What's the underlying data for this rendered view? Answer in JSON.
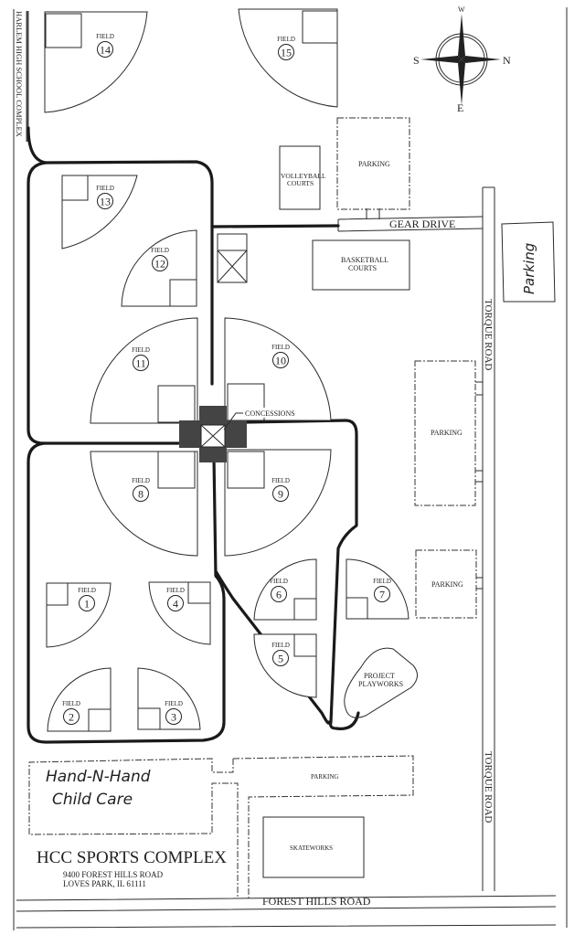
{
  "map": {
    "title": "HCC SPORTS COMPLEX",
    "address_line1": "9400 FOREST HILLS ROAD",
    "address_line2": "LOVES PARK, IL  61111",
    "field_label": "FIELD",
    "fields": [
      {
        "number": "1"
      },
      {
        "number": "2"
      },
      {
        "number": "3"
      },
      {
        "number": "4"
      },
      {
        "number": "5"
      },
      {
        "number": "6"
      },
      {
        "number": "7"
      },
      {
        "number": "8"
      },
      {
        "number": "9"
      },
      {
        "number": "10"
      },
      {
        "number": "11"
      },
      {
        "number": "12"
      },
      {
        "number": "13"
      },
      {
        "number": "14"
      },
      {
        "number": "15"
      }
    ],
    "facilities": {
      "volleyball": [
        "VOLLEYBALL",
        "COURTS"
      ],
      "basketball": [
        "BASKETBALL",
        "COURTS"
      ],
      "concessions": "CONCESSIONS",
      "playworks": [
        "PROJECT",
        "PLAYWORKS"
      ],
      "skateworks": "SKATEWORKS",
      "parking": "PARKING"
    },
    "roads": {
      "gear_drive": "GEAR DRIVE",
      "torque_road": "TORQUE ROAD",
      "forest_hills": "FOREST HILLS ROAD",
      "harlem": "HARLEM HIGH SCHOOL COMPLEX"
    },
    "compass": {
      "n": "N",
      "s": "S",
      "e": "E",
      "w": "W"
    },
    "handwritten": {
      "childcare_line1": "Hand-N-Hand",
      "childcare_line2": "Child Care",
      "parking": "Parking"
    }
  }
}
